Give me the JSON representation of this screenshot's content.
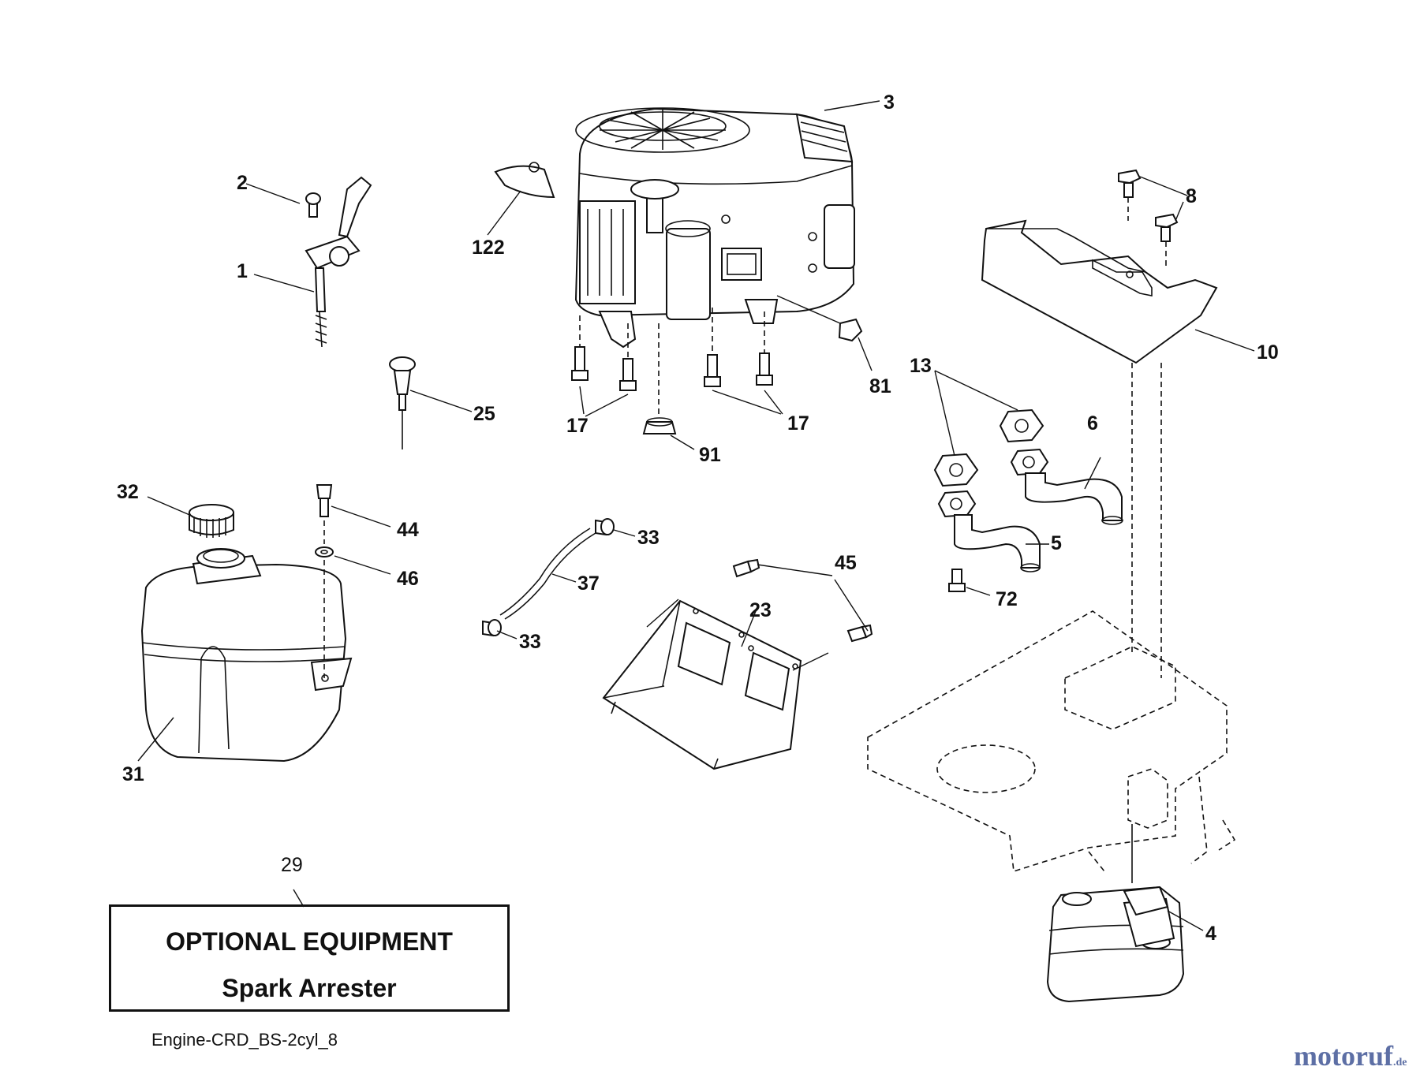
{
  "diagram": {
    "callouts": [
      "1",
      "2",
      "3",
      "4",
      "5",
      "6",
      "8",
      "10",
      "13",
      "17",
      "17",
      "23",
      "25",
      "29",
      "31",
      "32",
      "33",
      "33",
      "37",
      "44",
      "45",
      "46",
      "72",
      "81",
      "91",
      "122"
    ],
    "optional_box": {
      "title": "OPTIONAL EQUIPMENT",
      "subtitle": "Spark Arrester"
    },
    "diagram_code": "Engine-CRD_BS-2cyl_8"
  },
  "watermark": {
    "brand": "motoruf",
    "tld": ".de"
  },
  "icons": [
    "engine-icon",
    "fuel-tank-icon",
    "muffler-icon",
    "frame-icon",
    "exhaust-pipe-icon",
    "throttle-control-icon",
    "heat-shield-icon",
    "dipstick-icon",
    "bolt-icon",
    "gasket-icon",
    "fuel-cap-icon",
    "fuel-line-icon"
  ],
  "colors": {
    "ink": "#111111",
    "watermark_blue": "#5d6fa5",
    "watermark_orange": "#e07a2a"
  }
}
